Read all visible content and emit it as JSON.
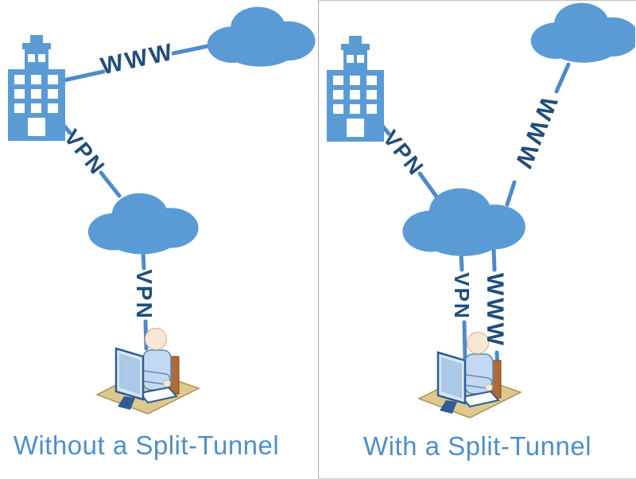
{
  "colors": {
    "shape_blue": "#5b9bd5",
    "line_blue": "#4e8ac9",
    "label_navy": "#1f4e79",
    "caption_blue": "#4e8fc9",
    "divider_gray": "#a6a6a6",
    "floor_tan": "#ddc98f",
    "chair_brown": "#b06a33"
  },
  "panels": {
    "left": {
      "caption": "Without a Split-Tunnel",
      "nodes": [
        "office-building",
        "internet-cloud",
        "vpn-cloud",
        "user-workstation"
      ],
      "labels": {
        "office_to_internet": "WWW",
        "office_to_vpn_cloud": "VPN",
        "vpn_cloud_to_user": "VPN"
      }
    },
    "right": {
      "caption": "With a Split-Tunnel",
      "nodes": [
        "office-building",
        "internet-cloud",
        "vpn-cloud",
        "user-workstation"
      ],
      "labels": {
        "office_to_vpn_cloud": "VPN",
        "internet_to_vpn_cloud": "WWW",
        "vpn_cloud_to_user_vpn": "VPN",
        "vpn_cloud_to_user_www": "WWW"
      }
    }
  }
}
